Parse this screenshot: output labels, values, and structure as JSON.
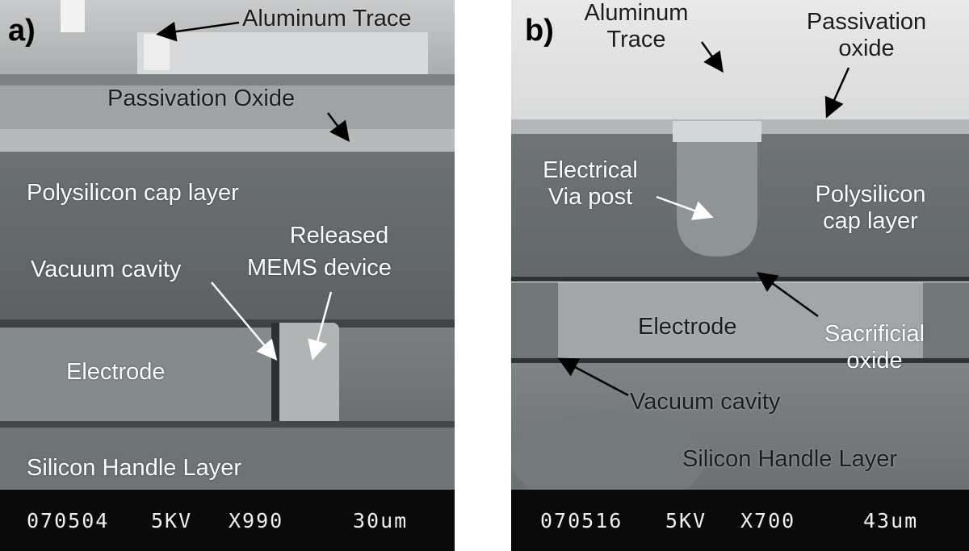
{
  "panel_a": {
    "letter": "a)",
    "labels": {
      "aluminum_trace": "Aluminum Trace",
      "passivation_oxide": "Passivation Oxide",
      "polysilicon_cap": "Polysilicon cap layer",
      "released_mems_line1": "Released",
      "released_mems_line2": "MEMS device",
      "vacuum_cavity": "Vacuum cavity",
      "electrode": "Electrode",
      "silicon_handle": "Silicon Handle Layer"
    },
    "databar": {
      "id": "070504",
      "voltage": "5KV",
      "magnification": "X990",
      "scale": "30um"
    }
  },
  "panel_b": {
    "letter": "b)",
    "labels": {
      "aluminum_trace_line1": "Aluminum",
      "aluminum_trace_line2": "Trace",
      "passivation_line1": "Passivation",
      "passivation_line2": "oxide",
      "electrical_via_line1": "Electrical",
      "electrical_via_line2": "Via post",
      "polysilicon_line1": "Polysilicon",
      "polysilicon_line2": "cap layer",
      "electrode": "Electrode",
      "sacrificial_line1": "Sacrificial",
      "sacrificial_line2": "oxide",
      "vacuum_cavity": "Vacuum cavity",
      "silicon_handle": "Silicon Handle Layer"
    },
    "databar": {
      "id": "070516",
      "voltage": "5KV",
      "magnification": "X700",
      "scale": "43um"
    }
  }
}
